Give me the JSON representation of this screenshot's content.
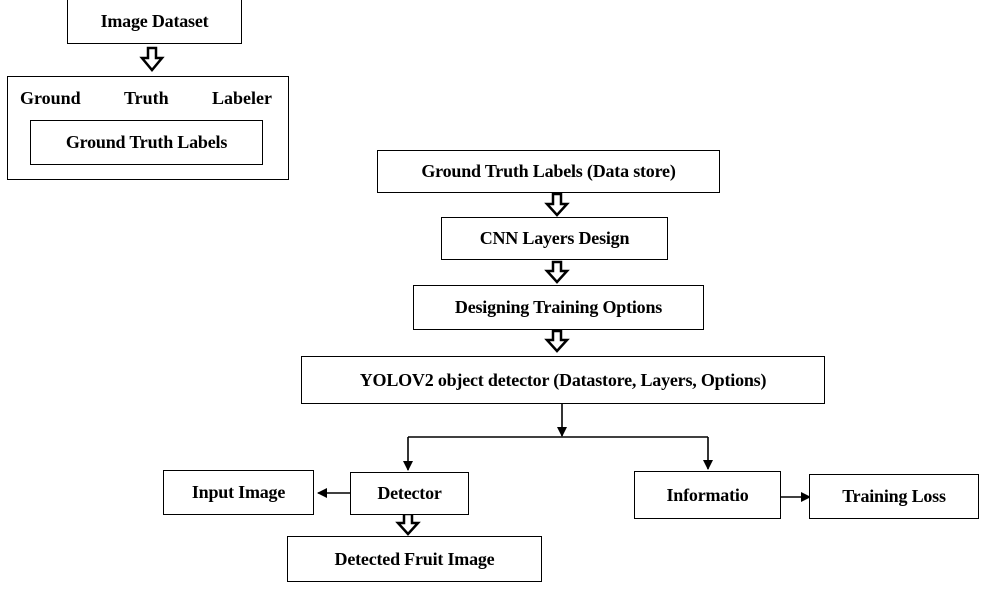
{
  "nodes": {
    "image_dataset": "Image Dataset",
    "gt_labeler": [
      "Ground",
      "Truth",
      "Labeler"
    ],
    "gt_labels": "Ground Truth Labels",
    "gt_labels_datastore": "Ground Truth Labels (Data store)",
    "cnn_layers": "CNN Layers Design",
    "training_options": "Designing Training Options",
    "yolov2": "YOLOV2 object detector (Datastore, Layers,  Options)",
    "detector": "Detector",
    "input_image": "Input Image",
    "detected_fruit": "Detected Fruit Image",
    "information": "Informatio",
    "training_loss": "Training Loss"
  }
}
